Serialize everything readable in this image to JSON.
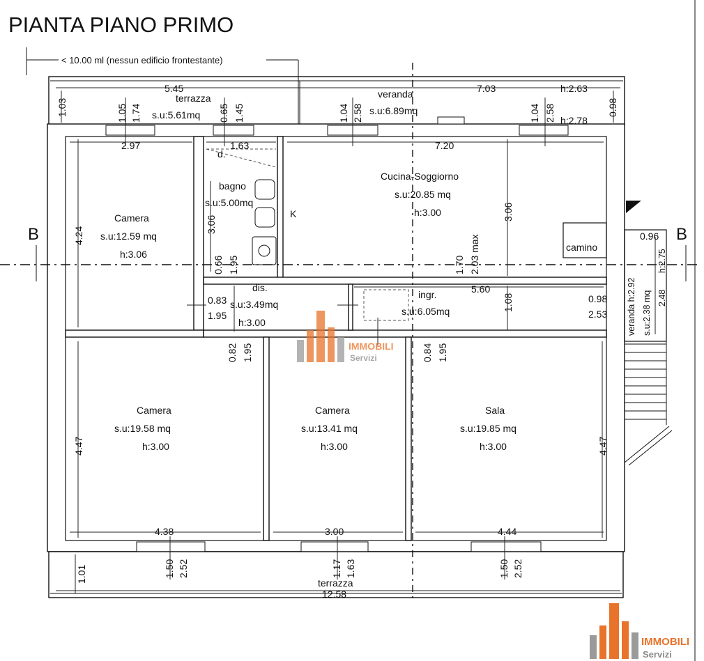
{
  "title": "PIANTA PIANO PRIMO",
  "note": "< 10.00 ml (nessun edificio frontestante)",
  "section_marker": "B",
  "rooms": {
    "terrazza_top": {
      "name": "terrazza",
      "area": "s.u:5.61mq"
    },
    "veranda_top": {
      "name": "veranda",
      "area": "s.u:6.89mq",
      "h1": "h:2.63",
      "h2": "h:2.78"
    },
    "camera_1": {
      "name": "Camera",
      "area": "s.u:12.59 mq",
      "h": "h:3.06"
    },
    "bagno": {
      "name": "bagno",
      "area": "s.u:5.00mq",
      "d": "d."
    },
    "cucina": {
      "name": "Cucina-Soggiorno",
      "area": "s.u:20.85 mq",
      "h": "h:3.00",
      "k": "K",
      "camino": "camino",
      "hmax": "2.03 max"
    },
    "dis": {
      "name": "dis.",
      "area": "s.u:3.49mq",
      "h": "h:3.00"
    },
    "ingr": {
      "name": "ingr.",
      "area": "s.u:6.05mq"
    },
    "veranda_side": {
      "name": "veranda h:2.92",
      "area": "s.u:2.38 mq",
      "h": "h:2.75"
    },
    "camera_2": {
      "name": "Camera",
      "area": "s.u:19.58 mq",
      "h": "h:3.00"
    },
    "camera_3": {
      "name": "Camera",
      "area": "s.u:13.41 mq",
      "h": "h:3.00"
    },
    "sala": {
      "name": "Sala",
      "area": "s.u:19.85 mq",
      "h": "h:3.00"
    },
    "terrazza_bottom": {
      "name": "terrazza"
    }
  },
  "dimensions": {
    "top_545": "5.45",
    "top_703": "7.03",
    "top_103": "1.03",
    "top_098": "0.98",
    "w1_105": "1.05",
    "w1_174": "1.74",
    "w2_065": "0.65",
    "w2_145": "1.45",
    "w3_104": "1.04",
    "w3_258": "2.58",
    "w4_104": "1.04",
    "w4_258": "2.58",
    "cam1_297": "2.97",
    "bag_163": "1.63",
    "cuc_720": "7.20",
    "cam1_424": "4.24",
    "bag_306": "3.06",
    "cuc_306": "3.06",
    "d_066": "0.66",
    "d_195": "1.95",
    "d_170": "1.70",
    "dis_083": "0.83",
    "dis_195": "1.95",
    "ingr_560": "5.60",
    "ingr_108": "1.08",
    "ingr_098": "0.98",
    "ingr_253": "2.53",
    "side_096": "0.96",
    "side_248": "2.48",
    "door_082": "0.82",
    "door_195a": "1.95",
    "door_084": "0.84",
    "door_195b": "1.95",
    "cam2_447": "4.47",
    "sala_447": "4.47",
    "cam2_438": "4.38",
    "cam3_300": "3.00",
    "sala_444": "4.44",
    "b1_150": "1.50",
    "b1_252": "2.52",
    "b2_117": "1.17",
    "b2_163": "1.63",
    "b3_150": "1.50",
    "b3_252": "2.52",
    "bot_101": "1.01",
    "bot_1258": "12.58"
  },
  "logo": {
    "brand": "IMMOBILI",
    "sub": "Servizi",
    "orange": "#e8732a",
    "gray": "#8a8a8a"
  }
}
